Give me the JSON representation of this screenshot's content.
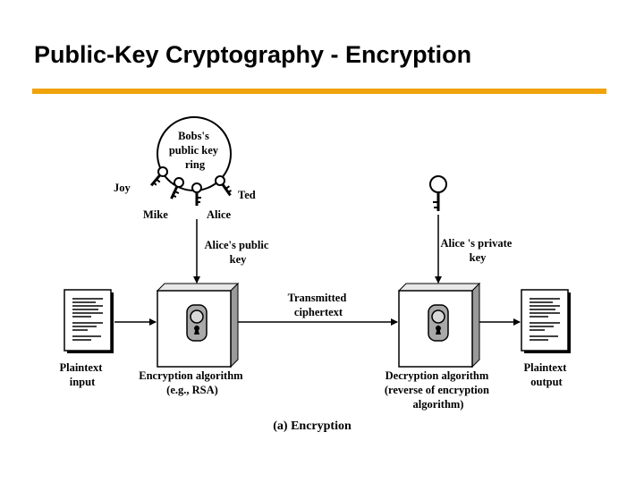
{
  "slide": {
    "title": "Public-Key Cryptography - Encryption",
    "accent_color": "#f0a30a"
  },
  "diagram": {
    "key_ring": {
      "label_lines": [
        "Bobs's",
        "public key",
        "ring"
      ],
      "keys": [
        "Joy",
        "Mike",
        "Alice",
        "Ted"
      ]
    },
    "public_key_label": [
      "Alice's public",
      "key"
    ],
    "private_key_label": [
      "Alice 's private",
      "key"
    ],
    "plaintext_input": [
      "Plaintext",
      "input"
    ],
    "encryption_algorithm": [
      "Encryption algorithm",
      "(e.g., RSA)"
    ],
    "transmitted_ciphertext": [
      "Transmitted",
      "ciphertext"
    ],
    "decryption_algorithm": [
      "Decryption algorithm",
      "(reverse of encryption",
      "algorithm)"
    ],
    "plaintext_output": [
      "Plaintext",
      "output"
    ],
    "caption": "(a) Encryption"
  },
  "icons": [
    "key-ring-icon",
    "key-icon",
    "document-icon",
    "lock-box-icon",
    "arrow-icon"
  ]
}
